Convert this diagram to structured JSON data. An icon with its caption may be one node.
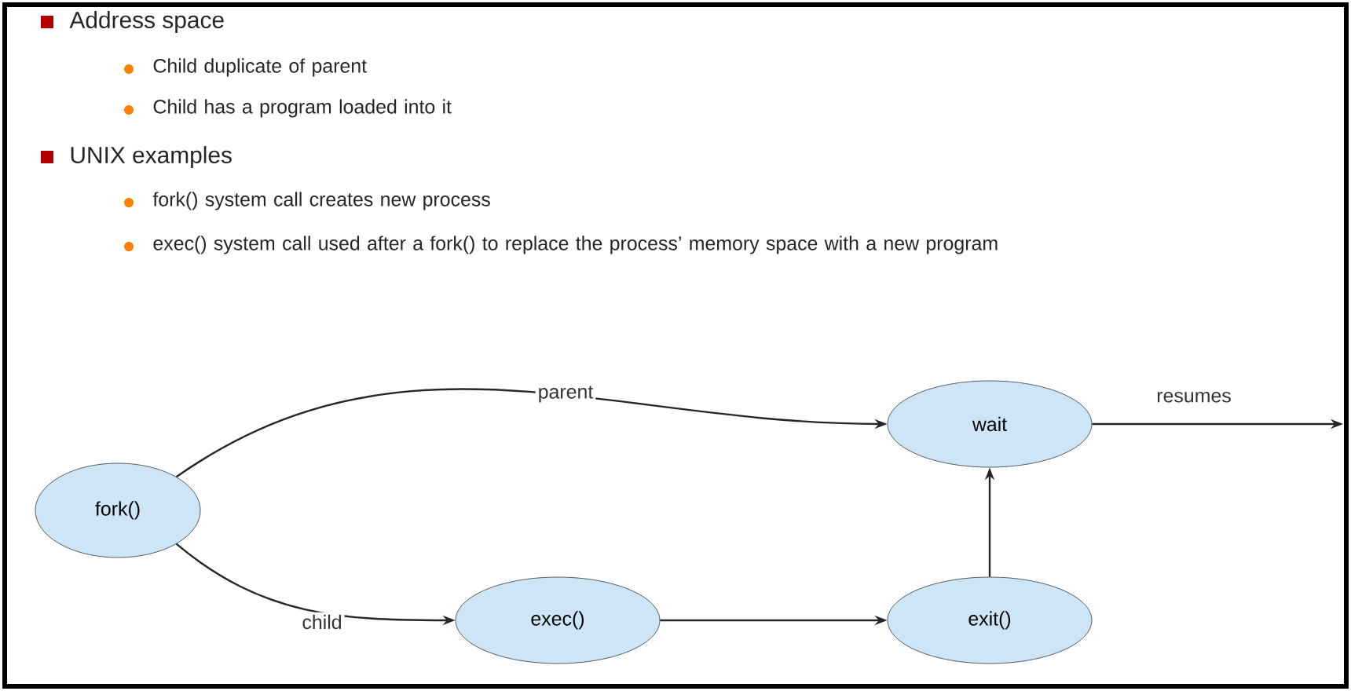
{
  "diagram": {
    "nodes": [
      {
        "text": [
          "fork()"
        ]
      },
      {
        "text": [
          "wait"
        ]
      },
      {
        "text": [
          "exec()"
        ]
      },
      {
        "text": [
          "exit()"
        ]
      }
    ],
    "edges": [
      {
        "from": 0,
        "to": 1,
        "label": "parent",
        "arrow": "to"
      },
      {
        "from": 0,
        "to": 2,
        "label": "child",
        "arrow": "to"
      },
      {
        "from": 2,
        "to": 3,
        "arrow": "to"
      },
      {
        "from": 3,
        "to": 1,
        "arrow": "to"
      },
      {
        "from": 1,
        "to": null,
        "label": "resumes",
        "arrow": "to"
      }
    ],
    "labels": [
      "Address space",
      "Child duplicate of parent",
      "Child has a program loaded into it",
      "UNIX examples",
      "fork() system call creates new process",
      "exec() system call used after a fork() to replace the process’ memory space with a new program"
    ]
  }
}
